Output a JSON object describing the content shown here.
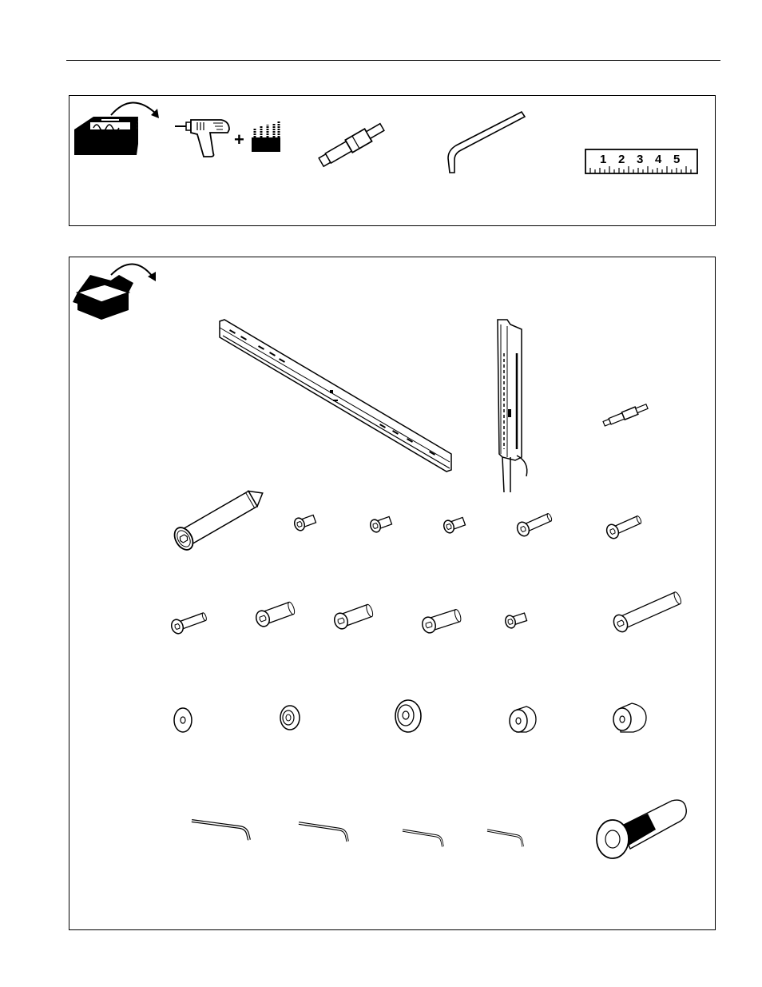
{
  "tools_panel": {
    "icons": [
      "toolbox-icon",
      "arrow-curve-icon",
      "drill-icon",
      "plus-icon",
      "drill-bits-icon",
      "hex-bit-icon",
      "hex-key-icon",
      "ruler-icon"
    ],
    "plus_sign": "+",
    "ruler_numbers": [
      "1",
      "2",
      "3",
      "4",
      "5"
    ]
  },
  "parts_panel": {
    "icons": [
      "open-box-icon",
      "arrow-curve-icon"
    ],
    "parts": [
      "wall-plate",
      "vertical-bracket",
      "hex-bit",
      "lag-bolt",
      "screws",
      "washers",
      "spacers",
      "hex-keys",
      "anchor"
    ]
  }
}
